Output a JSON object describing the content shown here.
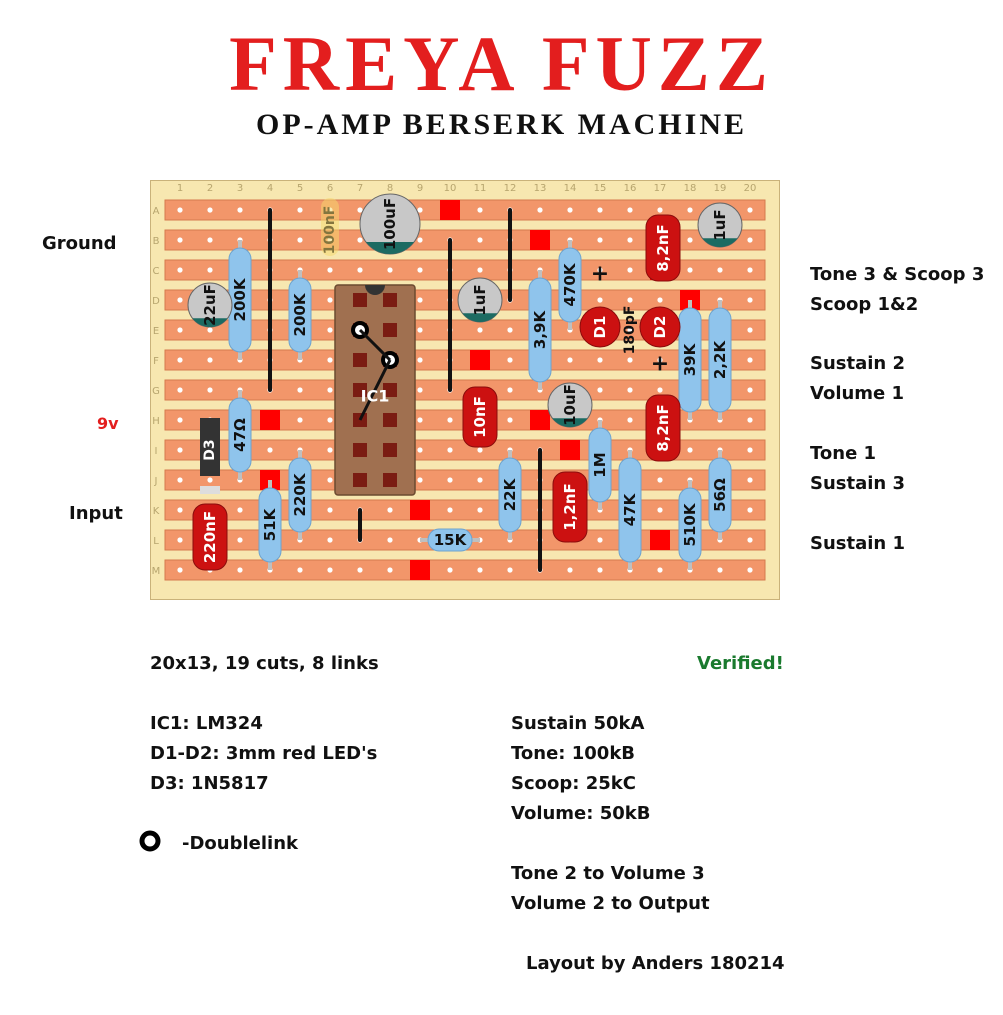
{
  "title": "FREYA FUZZ",
  "subtitle": "OP-AMP BERSERK MACHINE",
  "colors": {
    "title": "#e31e1e",
    "strip": "#f2966a",
    "board": "#f7e7b0",
    "resistor": "#8fc4ec",
    "cap_red": "#cc1111",
    "cut": "#ff0000",
    "ecap": "#c8c8c8",
    "ic": "#a07050"
  },
  "board": {
    "columns": [
      "1",
      "2",
      "3",
      "4",
      "5",
      "6",
      "7",
      "8",
      "9",
      "10",
      "11",
      "12",
      "13",
      "14",
      "15",
      "16",
      "17",
      "18",
      "19",
      "20"
    ],
    "rows": [
      "A",
      "B",
      "C",
      "D",
      "E",
      "F",
      "G",
      "H",
      "I",
      "J",
      "K",
      "L",
      "M"
    ]
  },
  "components": {
    "r200k_a": "200K",
    "r200k_b": "200K",
    "r47": "47Ω",
    "r220k": "220K",
    "r51k": "51K",
    "r15k": "15K",
    "r470k": "470K",
    "r3k9": "3,9K",
    "r22k": "22K",
    "r1m": "1M",
    "r47k": "47K",
    "r510k": "510K",
    "r39k": "39K",
    "r2k2": "2,2K",
    "r56": "56Ω",
    "c22uf": "22uF",
    "c100nf": "100nF",
    "c100uf": "100uF",
    "c1uf_a": "1uF",
    "c1uf_b": "1uF",
    "c10uf": "10uF",
    "c10nf": "10nF",
    "c8n2_a": "8,2nF",
    "c8n2_b": "8,2nF",
    "c1n2": "1,2nF",
    "c220nf": "220nF",
    "c180pf": "180pF",
    "d1": "D1",
    "d2": "D2",
    "d3": "D3",
    "ic1": "IC1",
    "plus_a": "+",
    "plus_b": "+"
  },
  "left_labels": {
    "ground": "Ground",
    "nine_v": "9v",
    "input": "Input"
  },
  "right_labels": {
    "tone3_scoop3": "Tone 3 & Scoop 3",
    "scoop12": "Scoop 1&2",
    "sustain2": "Sustain 2",
    "volume1": "Volume 1",
    "tone1": "Tone 1",
    "sustain3": "Sustain 3",
    "sustain1": "Sustain 1"
  },
  "notes": {
    "stats": "20x13, 19 cuts, 8 links",
    "verified": "Verified!",
    "ic1": "IC1: LM324",
    "d1d2": "D1-D2: 3mm red LED's",
    "d3": "D3: 1N5817",
    "doublelink": "-Doublelink",
    "sustain": "Sustain 50kA",
    "tone": "Tone: 100kB",
    "scoop": "Scoop: 25kC",
    "volume": "Volume: 50kB",
    "tone2": "Tone 2 to Volume 3",
    "volume2": "Volume 2 to Output",
    "credit": "Layout by Anders 180214"
  }
}
